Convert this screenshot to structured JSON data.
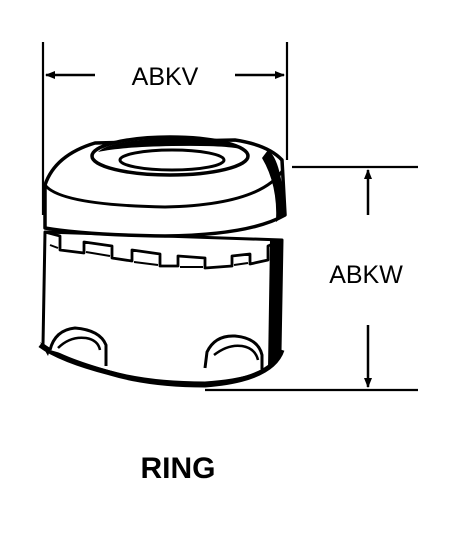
{
  "dimensions": {
    "width_label": "ABKV",
    "height_label": "ABKW"
  },
  "caption": "RING",
  "colors": {
    "ink": "#000000",
    "paper": "#ffffff"
  }
}
